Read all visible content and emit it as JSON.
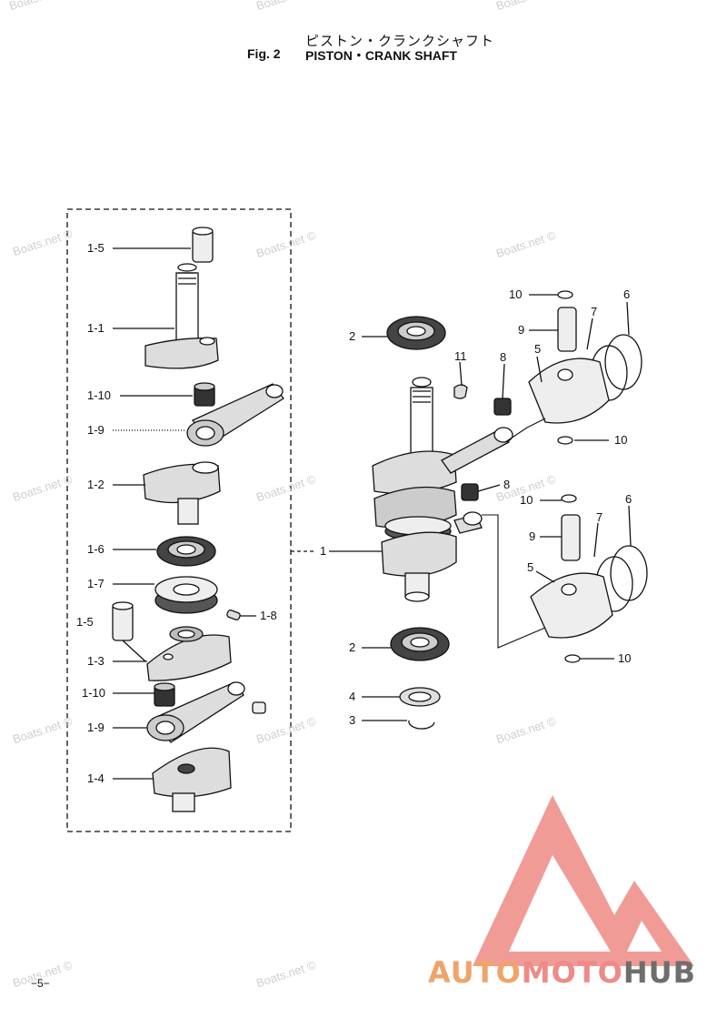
{
  "header": {
    "title_jp": "ピストン・クランクシャフト",
    "fig": "Fig. 2",
    "title_en": "PISTON・CRANK SHAFT"
  },
  "watermark": "Boats.net ©",
  "labels": [
    {
      "id": "l1-5a",
      "text": "1-5"
    },
    {
      "id": "l1-1",
      "text": "1-1"
    },
    {
      "id": "l1-10a",
      "text": "1-10"
    },
    {
      "id": "l1-9a",
      "text": "1-9"
    },
    {
      "id": "l1-2",
      "text": "1-2"
    },
    {
      "id": "l1-6",
      "text": "1-6"
    },
    {
      "id": "l1-7",
      "text": "1-7"
    },
    {
      "id": "l1-5b",
      "text": "1-5"
    },
    {
      "id": "l1-8",
      "text": "1-8"
    },
    {
      "id": "l1-3",
      "text": "1-3"
    },
    {
      "id": "l1-10b",
      "text": "1-10"
    },
    {
      "id": "l1-9b",
      "text": "1-9"
    },
    {
      "id": "l1-4",
      "text": "1-4"
    },
    {
      "id": "l1",
      "text": "1"
    },
    {
      "id": "l2a",
      "text": "2"
    },
    {
      "id": "l2b",
      "text": "2"
    },
    {
      "id": "l3",
      "text": "3"
    },
    {
      "id": "l4",
      "text": "4"
    },
    {
      "id": "l5a",
      "text": "5"
    },
    {
      "id": "l5b",
      "text": "5"
    },
    {
      "id": "l6a",
      "text": "6"
    },
    {
      "id": "l6b",
      "text": "6"
    },
    {
      "id": "l7a",
      "text": "7"
    },
    {
      "id": "l7b",
      "text": "7"
    },
    {
      "id": "l8a",
      "text": "8"
    },
    {
      "id": "l8b",
      "text": "8"
    },
    {
      "id": "l9a",
      "text": "9"
    },
    {
      "id": "l9b",
      "text": "9"
    },
    {
      "id": "l10a",
      "text": "10"
    },
    {
      "id": "l10b",
      "text": "10"
    },
    {
      "id": "l10c",
      "text": "10"
    },
    {
      "id": "l10d",
      "text": "10"
    },
    {
      "id": "l11",
      "text": "11"
    }
  ],
  "page_number": "−5−",
  "logo": {
    "part1": "AUTO",
    "part2": "MOTO",
    "part3": "HUB",
    "colors": {
      "auto": "#f0a46a",
      "moto": "#ef8a86",
      "hub": "#6e6e6e",
      "triangle": "#ef8a86"
    }
  }
}
